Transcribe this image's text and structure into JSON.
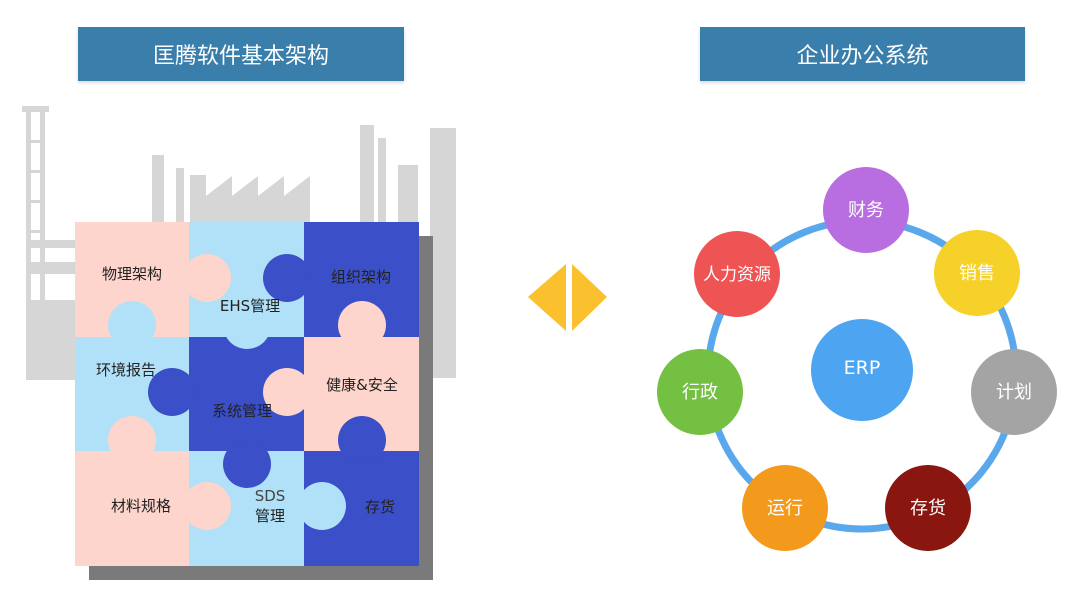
{
  "left": {
    "title": "匡腾软件基本架构",
    "pieces": [
      "物理架构",
      "EHS管理",
      "组织架构",
      "环境报告",
      "系统管理",
      "健康&安全",
      "材料规格",
      "SDS",
      "管理",
      "存货"
    ]
  },
  "right": {
    "title": "企业办公系统",
    "center": "ERP",
    "nodes": [
      "财务",
      "销售",
      "计划",
      "存货",
      "运行",
      "行政",
      "人力资源"
    ]
  },
  "colors": {
    "title_bg": "#3a7eab",
    "peach": "#fdd5cc",
    "light_blue": "#b1e1f8",
    "dark_blue": "#3a4fc8",
    "factory_gray": "#d6d6d6",
    "arrow_yellow": "#fbc02d",
    "ring_blue": "#5aa8ec",
    "center_blue": "#4da4f0",
    "node_finance": "#b86ee0",
    "node_sales": "#f6d12a",
    "node_plan": "#a4a4a4",
    "node_inventory": "#8a1610",
    "node_operation": "#f39a1c",
    "node_admin": "#74c042",
    "node_hr": "#ef5454"
  }
}
